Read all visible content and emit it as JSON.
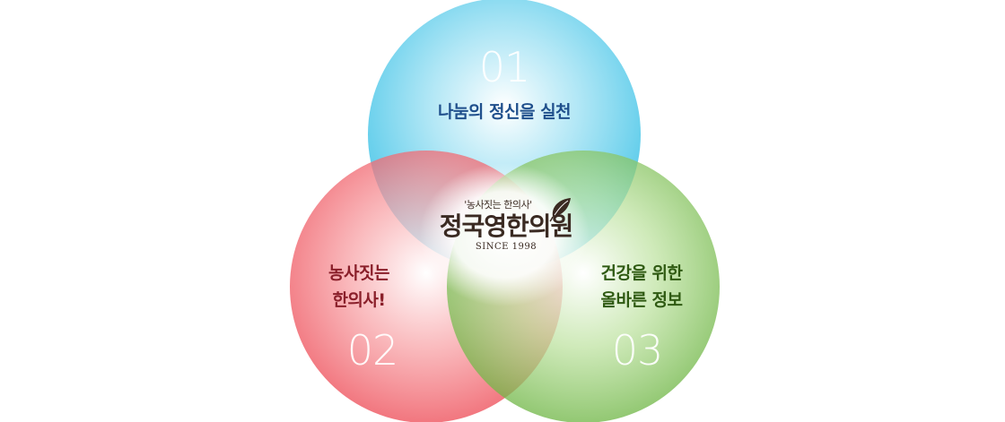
{
  "circles": [
    {
      "number": "01",
      "title_lines": [
        "나눔의 정신을 실천"
      ],
      "color": "#3cc3e8",
      "title_color": "#1f4f8c"
    },
    {
      "number": "02",
      "title_lines": [
        "농사짓는",
        "한의사!"
      ],
      "color": "#ee4a55",
      "title_color": "#8a1f2a"
    },
    {
      "number": "03",
      "title_lines": [
        "건강을 위한",
        "올바른 정보"
      ],
      "color": "#6ab43e",
      "title_color": "#2f5a12"
    }
  ],
  "center": {
    "tagline": "'농사짓는 한의사'",
    "brand": "정국영한의원",
    "since": "SINCE 1998",
    "icon": "leaf-icon"
  }
}
